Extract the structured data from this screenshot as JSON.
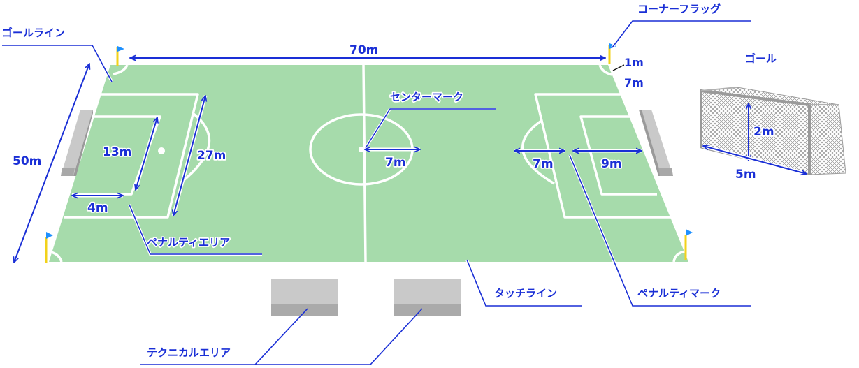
{
  "labels": {
    "goal_line": "ゴールライン",
    "corner_flag": "コーナーフラッグ",
    "goal": "ゴール",
    "center_mark": "センターマーク",
    "penalty_area": "ペナルティエリア",
    "touch_line": "タッチライン",
    "penalty_mark": "ペナルティマーク",
    "technical_area": "テクニカルエリア"
  },
  "dimensions": {
    "field_length": "70m",
    "field_width": "50m",
    "corner_radius": "1m",
    "corner_offset": "7m",
    "penalty_area_depth": "13m",
    "penalty_area_width": "27m",
    "goal_area_depth": "4m",
    "center_circle_radius": "7m",
    "penalty_arc_radius": "7m",
    "penalty_mark_distance": "9m",
    "goal_height": "2m",
    "goal_width": "5m"
  },
  "colors": {
    "field": "#a6dbab",
    "lines": "#ffffff",
    "annotation": "#1a2fd6",
    "goal_post": "#9a9a9a",
    "technical_area": "#c9c9c9",
    "flag": "#1e90ff"
  }
}
